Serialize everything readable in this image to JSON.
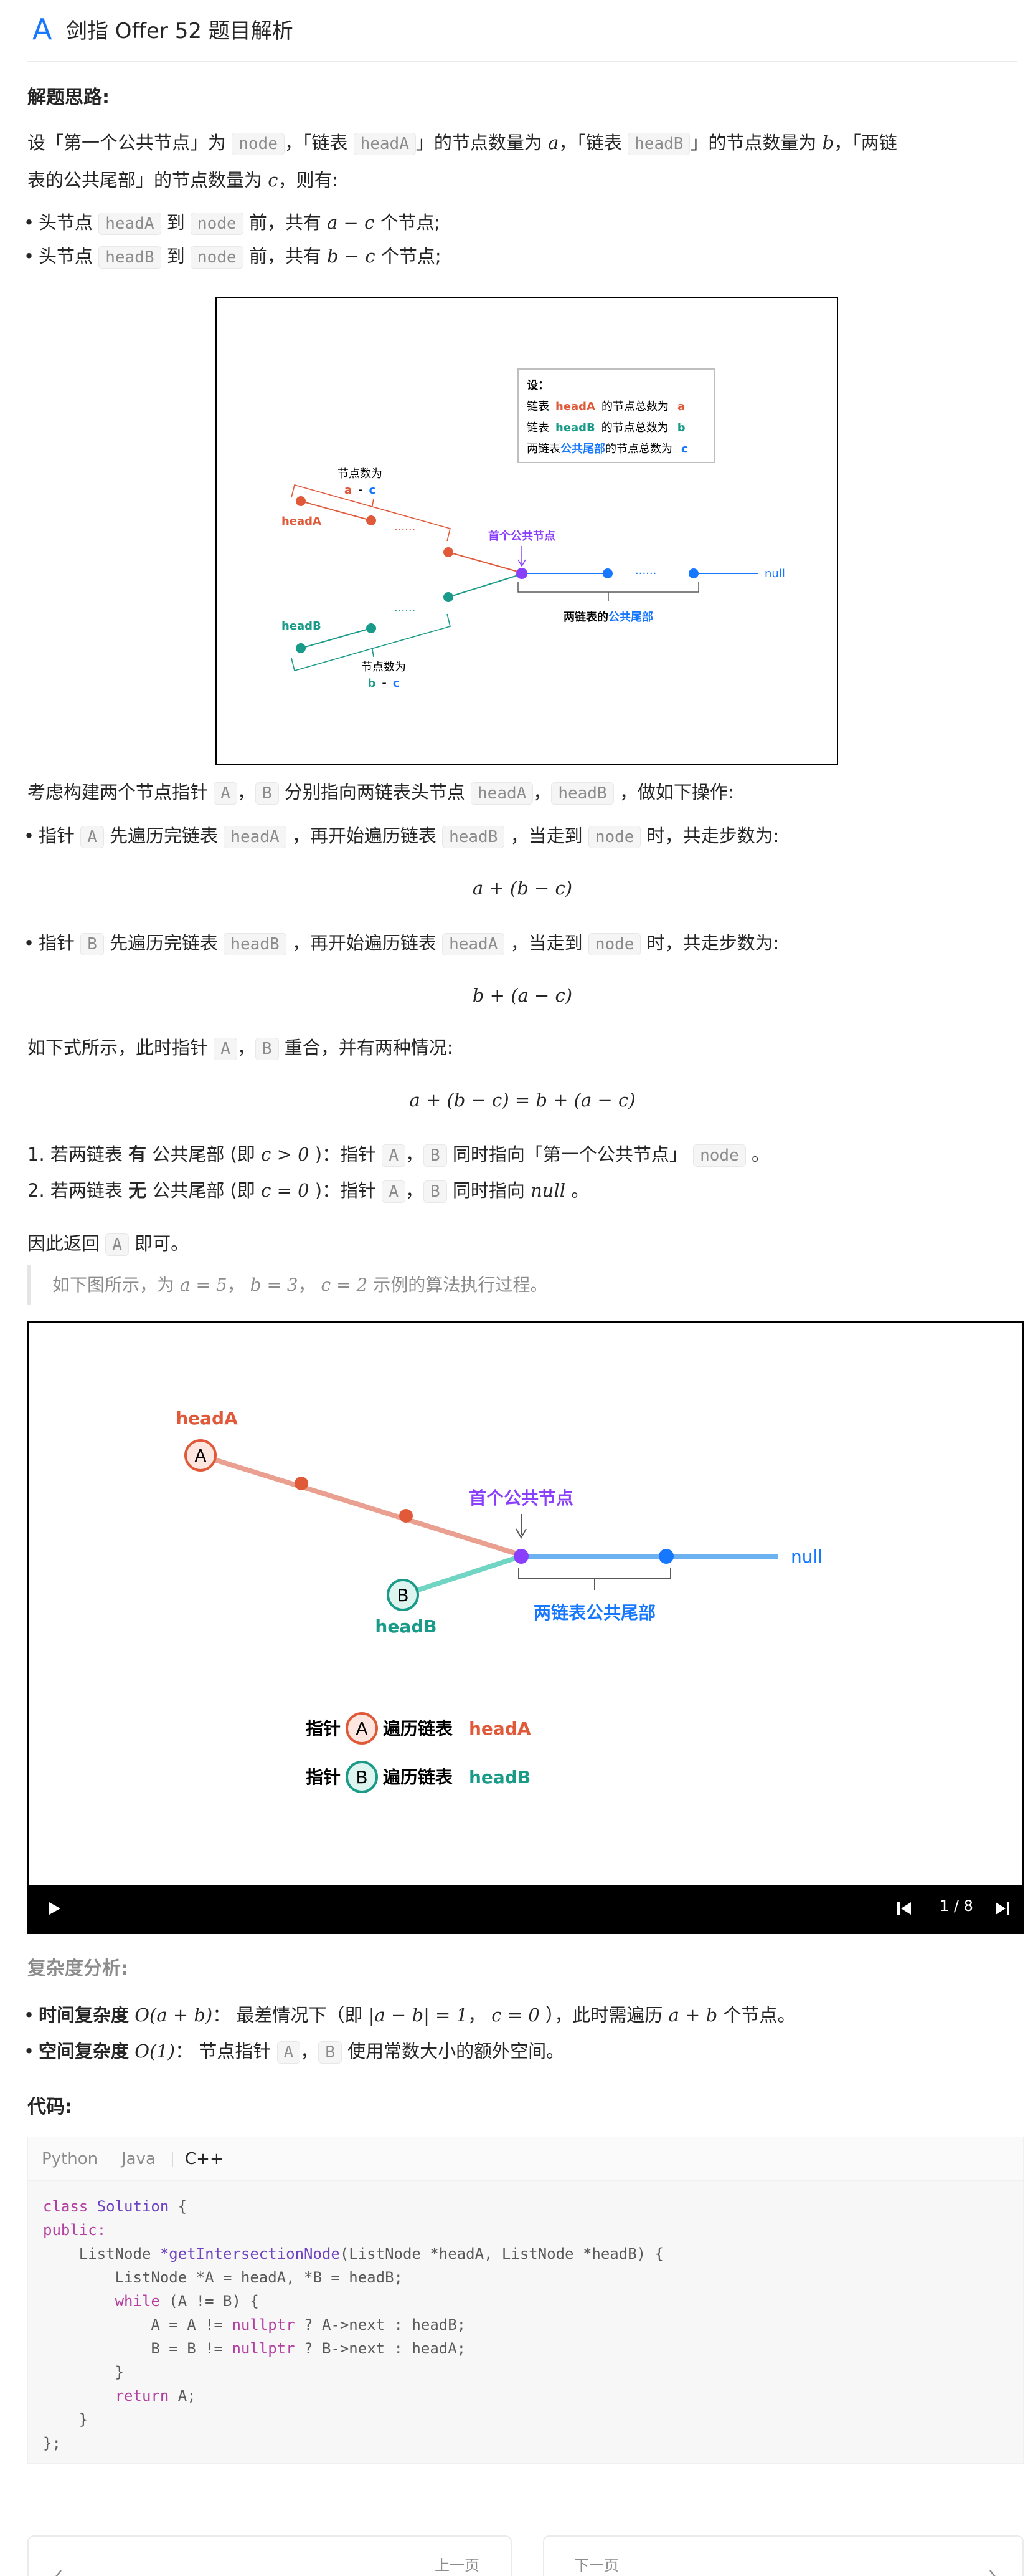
{
  "header": {
    "logo": "A",
    "title": "剑指 Offer 52 题目解析"
  },
  "section_idea": {
    "heading": "解题思路:",
    "p1": "设「第一个公共节点」为",
    "p1_node": "node",
    "p1b": "，「链表",
    "p1_headA": "headA",
    "p1c": "」的节点数量为",
    "p1_a": "a",
    "p1d": "，「链表",
    "p1_headB": "headB",
    "p1e": "」的节点数量为",
    "p1_b": "b",
    "p1f": "，「两链",
    "p1_line2": "表的公共尾部」的节点数量为",
    "p1_c": "c",
    "p1_line2b": "，则有:",
    "bullet1_pre": "头节点",
    "bullet1_code": "headA",
    "bullet1_mid": "到",
    "bullet1_node": "node",
    "bullet1_post": "前，共有",
    "bullet1_math": "a − c",
    "bullet1_end": "个节点;",
    "bullet2_pre": "头节点",
    "bullet2_code": "headB",
    "bullet2_mid": "到",
    "bullet2_node": "node",
    "bullet2_post": "前，共有",
    "bullet2_math": "b − c",
    "bullet2_end": "个节点;"
  },
  "diagram1": {
    "legend_title": "设：",
    "legend_l1_pre": "链表",
    "legend_l1_key": "headA",
    "legend_l1_post": "的节点总数为",
    "legend_l1_val": "a",
    "legend_l2_pre": "链表",
    "legend_l2_key": "headB",
    "legend_l2_post": "的节点总数为",
    "legend_l2_val": "b",
    "legend_l3_pre": "两链表",
    "legend_l3_key": "公共尾部",
    "legend_l3_post": "的节点总数为",
    "legend_l3_val": "c",
    "countA_label": "节点数为",
    "countA_a": "a",
    "countA_minus": "-",
    "countA_c": "c",
    "headA": "headA",
    "headB": "headB",
    "countB_label": "节点数为",
    "countB_b": "b",
    "countB_minus": "-",
    "countB_c": "c",
    "first_common": "首个公共节点",
    "dots": "······",
    "null": "null",
    "tail_pre": "两链表的",
    "tail_key": "公共尾部"
  },
  "section_ptr": {
    "p_pre": "考虑构建两个节点指针",
    "p_A": "A",
    "p_sep": "，",
    "p_B": "B",
    "p_mid": "分别指向两链表头节点",
    "p_headA": "headA",
    "p_sep2": "，",
    "p_headB": "headB",
    "p_post": "，做如下操作:",
    "b1_pre": "指针",
    "b1_A": "A",
    "b1_mid": "先遍历完链表",
    "b1_headA": "headA",
    "b1_mid2": "，再开始遍历链表",
    "b1_headB": "headB",
    "b1_mid3": "，当走到",
    "b1_node": "node",
    "b1_post": "时，共走步数为:",
    "f1": "a + (b − c)",
    "b2_pre": "指针",
    "b2_B": "B",
    "b2_mid": "先遍历完链表",
    "b2_headB": "headB",
    "b2_mid2": "，再开始遍历链表",
    "b2_headA": "headA",
    "b2_mid3": "，当走到",
    "b2_node": "node",
    "b2_post": "时，共走步数为:",
    "f2": "b + (a − c)",
    "p2_pre": "如下式所示，此时指针",
    "p2_A": "A",
    "p2_sep": "，",
    "p2_B": "B",
    "p2_post": "重合，并有两种情况:",
    "f3": "a + (b − c) = b + (a − c)",
    "o1_num": "1.",
    "o1_pre": "若两链表",
    "o1_bold": "有",
    "o1_mid": "公共尾部 (即",
    "o1_math": "c > 0",
    "o1_mid2": ")：指针",
    "o1_A": "A",
    "o1_sep": "，",
    "o1_B": "B",
    "o1_mid3": "同时指向「第一个公共节点」",
    "o1_node": "node",
    "o1_end": "。",
    "o2_num": "2.",
    "o2_pre": "若两链表",
    "o2_bold": "无",
    "o2_mid": "公共尾部 (即",
    "o2_math": "c = 0",
    "o2_mid2": ")：指针",
    "o2_A": "A",
    "o2_sep": "，",
    "o2_B": "B",
    "o2_mid3": "同时指向",
    "o2_null": "null",
    "o2_end": "。",
    "ret_pre": "因此返回",
    "ret_A": "A",
    "ret_post": "即可。"
  },
  "quote": {
    "pre": "如下图所示，为",
    "m1": "a = 5",
    "s1": "，",
    "m2": "b = 3",
    "s2": "，",
    "m3": "c = 2",
    "post": "示例的算法执行过程。"
  },
  "player": {
    "headA": "headA",
    "headB": "headB",
    "nodeA": "A",
    "nodeB": "B",
    "first_common": "首个公共节点",
    "tail": "两链表公共尾部",
    "null": "null",
    "leg1_pre": "指针",
    "leg1_A": "A",
    "leg1_mid": "遍历链表",
    "leg1_key": "headA",
    "leg2_pre": "指针",
    "leg2_B": "B",
    "leg2_mid": "遍历链表",
    "leg2_key": "headB",
    "counter": "1 / 8",
    "step_current": 1,
    "step_total": 8
  },
  "complexity": {
    "heading": "复杂度分析:",
    "t_label": "时间复杂度",
    "t_math": "O(a + b)",
    "t_colon": "：",
    "t_pre": "最差情况下（即",
    "t_m1": "|a − b| = 1",
    "t_s": "，",
    "t_m2": "c = 0",
    "t_mid": "），此时需遍历",
    "t_m3": "a + b",
    "t_post": "个节点。",
    "s_label": "空间复杂度",
    "s_math": "O(1)",
    "s_colon": "：",
    "s_pre": "节点指针",
    "s_A": "A",
    "s_sep": "，",
    "s_B": "B",
    "s_post": "使用常数大小的额外空间。"
  },
  "code": {
    "heading": "代码:",
    "tabs": [
      "Python",
      "Java",
      "C++"
    ],
    "active_tab": "C++",
    "lines": {
      "l1_kw": "class",
      "l1_name": " Solution",
      "l1_rest": " {",
      "l2": "public:",
      "l3_a": "    ListNode ",
      "l3_fn": "*getIntersectionNode",
      "l3_b": "(ListNode *headA, ListNode *headB) {",
      "l4": "        ListNode *A = headA, *B = headB;",
      "l5_kw": "        while",
      "l5_rest": " (A != B) {",
      "l6_a": "            A = A != ",
      "l6_kw": "nullptr",
      "l6_b": " ? A->next : headB;",
      "l7_a": "            B = B != ",
      "l7_kw": "nullptr",
      "l7_b": " ? B->next : headA;",
      "l8": "        }",
      "l9_kw": "        return",
      "l9_rest": " A;",
      "l10": "    }",
      "l11": "};"
    }
  },
  "nav": {
    "prev": "上一页",
    "next": "下一页"
  },
  "colors": {
    "red": "#e05a3a",
    "teal": "#1a9a88",
    "blue": "#1677ff",
    "purple": "#8a3ffc"
  }
}
